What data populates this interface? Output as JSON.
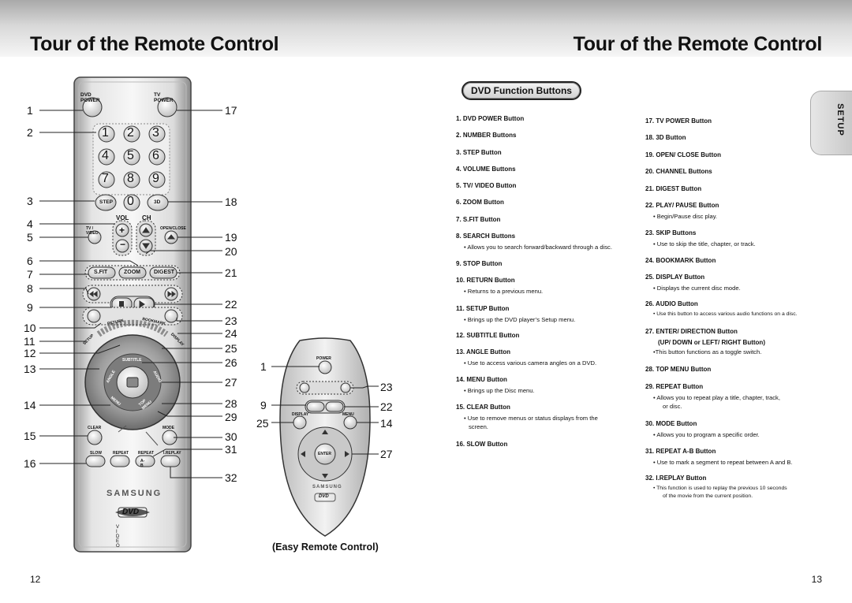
{
  "header": {
    "title_left": "Tour of the Remote Control",
    "title_right": "Tour of the Remote Control"
  },
  "footer": {
    "page_left": "12",
    "page_right": "13"
  },
  "side_tab": {
    "label": "SETUP"
  },
  "section": {
    "heading": "DVD Function Buttons"
  },
  "easy_remote": {
    "caption": "Easy Remote Control"
  },
  "remote_labels": {
    "dvd_power": "DVD POWER",
    "tv_power": "TV POWER",
    "numbers": [
      "1",
      "2",
      "3",
      "4",
      "5",
      "6",
      "7",
      "8",
      "9"
    ],
    "zero": "0",
    "step": "STEP",
    "three_d": "3D",
    "vol": "VOL",
    "ch": "CH",
    "tv_video": "TV / VIDEO",
    "open_close": "OPEN/CLOSE",
    "sfit": "S.FIT",
    "zoom": "ZOOM",
    "digest": "DIGEST",
    "return": "RETURN",
    "bookmark": "BOOKMARK",
    "setup": "SETUP",
    "display": "DISPLAY",
    "subtitle": "SUBTITLE",
    "angle": "ANGLE",
    "audio": "AUDIO",
    "menu": "MENU",
    "top_menu": "TOP MENU",
    "clear": "CLEAR",
    "mode": "MODE",
    "slow": "SLOW",
    "repeat": "REPEAT",
    "repeat_ab": "REPEAT",
    "ab": "A-B",
    "ireplay": "I.REPLAY",
    "brand": "SAMSUNG",
    "dvd_logo": "DVD",
    "video_word": "V I D E O"
  },
  "easy_labels": {
    "power": "POWER",
    "display": "DISPLAY",
    "menu": "MENU",
    "enter": "ENTER",
    "brand": "SAMSUNG",
    "dvd_logo": "DVD"
  },
  "callouts_left": [
    "1",
    "2",
    "3",
    "4",
    "5",
    "6",
    "7",
    "8",
    "9",
    "10",
    "11",
    "12",
    "13",
    "14",
    "15",
    "16"
  ],
  "callouts_right": [
    "17",
    "18",
    "19",
    "20",
    "21",
    "22",
    "23",
    "24",
    "25",
    "26",
    "27",
    "28",
    "29",
    "30",
    "31",
    "32"
  ],
  "easy_callouts_left": [
    "1",
    "9",
    "25"
  ],
  "easy_callouts_right": [
    "23",
    "22",
    "14",
    "27"
  ],
  "functions_col1": [
    {
      "title": "1. DVD POWER Button"
    },
    {
      "title": "2. NUMBER Buttons"
    },
    {
      "title": "3. STEP Button"
    },
    {
      "title": "4. VOLUME Buttons"
    },
    {
      "title": "5. TV/ VIDEO Button"
    },
    {
      "title": "6. ZOOM Button"
    },
    {
      "title": "7. S.FIT Button"
    },
    {
      "title": "8. SEARCH Buttons",
      "desc": "• Allows you to search forward/backward through a disc."
    },
    {
      "title": "9. STOP Button"
    },
    {
      "title": "10. RETURN Button",
      "desc": "• Returns to a previous menu."
    },
    {
      "title": "11. SETUP Button",
      "desc": "• Brings up the DVD player’s Setup menu."
    },
    {
      "title": "12. SUBTITLE Button"
    },
    {
      "title": "13. ANGLE Button",
      "desc": "• Use to access various camera angles on a DVD."
    },
    {
      "title": "14. MENU Button",
      "desc": "• Brings up the Disc menu."
    },
    {
      "title": "15. CLEAR Button",
      "desc": "• Use to remove menus or status displays from the",
      "desc2": "screen."
    },
    {
      "title": "16. SLOW Button"
    }
  ],
  "functions_col2": [
    {
      "title": "17. TV POWER Button"
    },
    {
      "title": "18. 3D Button"
    },
    {
      "title": "19. OPEN/ CLOSE Button"
    },
    {
      "title": "20. CHANNEL Buttons"
    },
    {
      "title": "21. DIGEST Button"
    },
    {
      "title": "22. PLAY/ PAUSE Button",
      "desc": "• Begin/Pause disc play."
    },
    {
      "title": "23. SKIP Buttons",
      "desc": "• Use to skip the title, chapter, or track."
    },
    {
      "title": "24. BOOKMARK Button"
    },
    {
      "title": "25. DISPLAY Button",
      "desc": "• Displays the current disc mode."
    },
    {
      "title": "26. AUDIO Button",
      "desc": "• Use this button to access various audio functions on a disc."
    },
    {
      "title": "27. ENTER/ DIRECTION Button",
      "title2": "(UP/ DOWN or LEFT/ RIGHT Button)",
      "desc": "•This button functions as a toggle switch."
    },
    {
      "title": "28. TOP MENU Button"
    },
    {
      "title": "29. REPEAT Button",
      "desc": "• Allows you to repeat play a title, chapter, track,",
      "desc2": "or disc."
    },
    {
      "title": "30. MODE Button",
      "desc": "• Allows you to program a specific order."
    },
    {
      "title": "31. REPEAT A-B Button",
      "desc": "• Use to mark a segment to repeat between A and B."
    },
    {
      "title": "32. I.REPLAY Button",
      "desc": "• This function is used to replay the previous 10 seconds",
      "desc2": "of the movie from the current position."
    }
  ]
}
